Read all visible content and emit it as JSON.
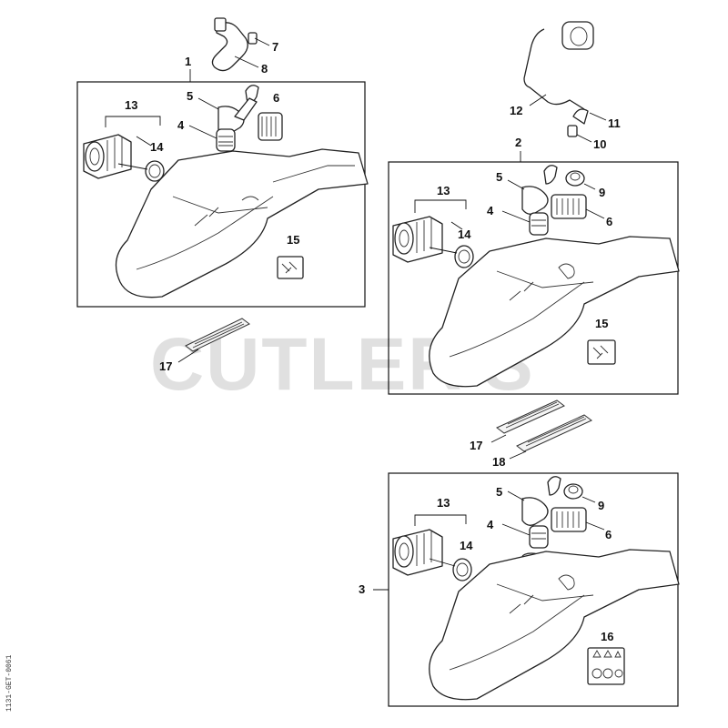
{
  "watermark": "CUTLER'S",
  "side_code": "1131-GET-0061",
  "callouts": {
    "c1": "1",
    "c2": "2",
    "c3": "3",
    "c4": "4",
    "c5": "5",
    "c6": "6",
    "c7": "7",
    "c8": "8",
    "c9": "9",
    "c10": "10",
    "c11": "11",
    "c12": "12",
    "c13": "13",
    "c14": "14",
    "c15": "15",
    "c16": "16",
    "c17": "17",
    "c18": "18"
  }
}
